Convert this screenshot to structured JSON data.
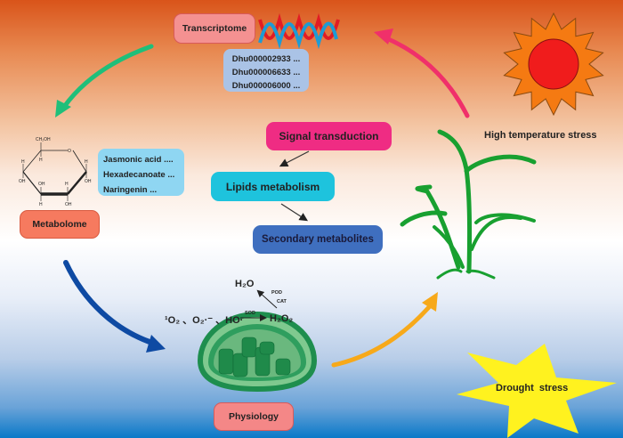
{
  "title": "Drought and high temperature stress response overview",
  "nodes": {
    "transcriptome": {
      "label": "Transcriptome",
      "color": "#f49191"
    },
    "metabolome": {
      "label": "Metabolome",
      "color": "#f67a5f"
    },
    "physiology": {
      "label": "Physiology",
      "color": "#f48787"
    },
    "signal_transduction": {
      "label": "Signal transduction",
      "color": "#ef2c83"
    },
    "lipids_metabolism": {
      "label": "Lipids metabolism",
      "color": "#1ec3dd"
    },
    "secondary_metabolites": {
      "label": "Secondary metabolites",
      "color": "#3f6fbf"
    }
  },
  "gene_list": {
    "items": [
      "Dhu000002933 ...",
      "Dhu000006633 ...",
      "Dhu000006000 ..."
    ],
    "color": "#aac3e6"
  },
  "metabolite_list": {
    "items": [
      "Jasmonic acid ....",
      "Hexadecanoate ...",
      "Naringenin ..."
    ],
    "color": "#8fd6f2"
  },
  "glucose_labels": {
    "ch2oh": "CH2OH",
    "o": "O",
    "h": "H",
    "oh": "OH"
  },
  "ros_reaction": {
    "reactants": "¹O₂ 、O₂·⁻ 、HO·",
    "enzyme1": "SOD",
    "product": "H₂O₂",
    "enzyme2a": "POD",
    "enzyme2b": "CAT",
    "final": "H₂O"
  },
  "stresses": {
    "heat": {
      "label": "High temperature stress",
      "sun_outer": "#f57a12",
      "sun_inner": "#f01c1c"
    },
    "drought": {
      "label": "Drought  stress",
      "star_color": "#fff21f"
    }
  },
  "arrow_colors": {
    "transcriptome_to_metabolome": "#1fbf7a",
    "metabolome_to_physiology": "#0e4aa3",
    "physiology_to_plant": "#f7a91a",
    "plant_to_transcriptome": "#f0306a"
  }
}
